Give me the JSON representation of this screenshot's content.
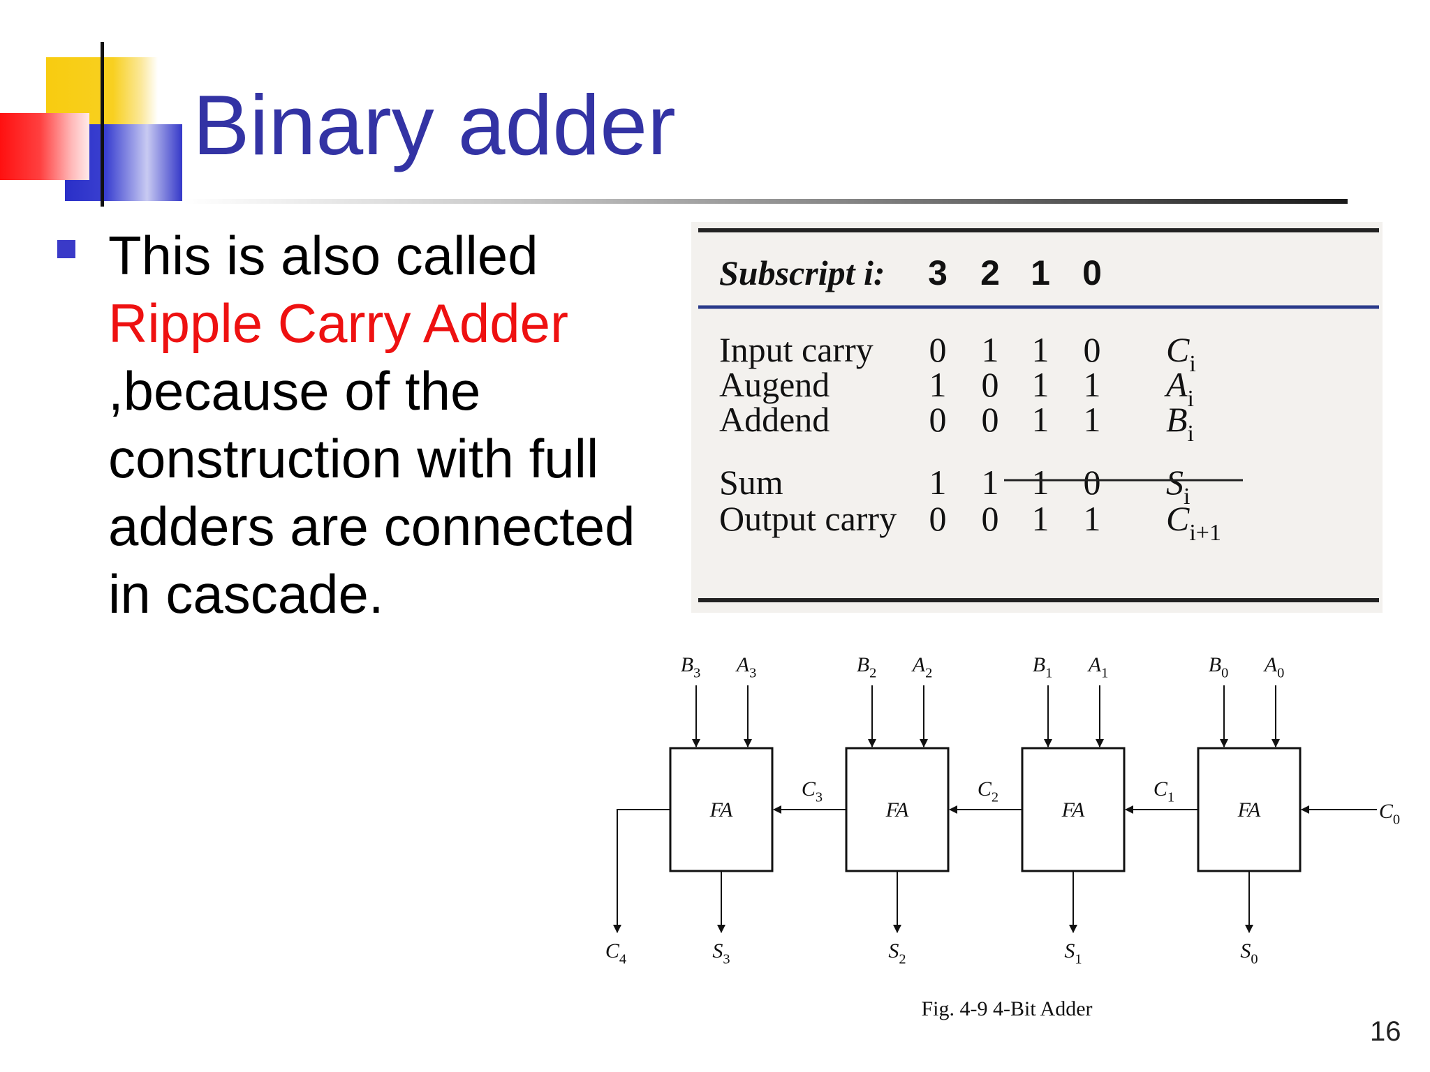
{
  "slide": {
    "title": "Binary adder",
    "bullet": {
      "text_before": "This is also called ",
      "highlight": "Ripple Carry Adder",
      "text_after": " ,because of the construction with full adders are connected in cascade."
    },
    "page_number": "16"
  },
  "table": {
    "header_label": "Subscript i:",
    "subscripts": [
      "3",
      "2",
      "1",
      "0"
    ],
    "rows": [
      {
        "label": "Input carry",
        "values": [
          "0",
          "1",
          "1",
          "0"
        ],
        "symbol": "C",
        "sub": "i"
      },
      {
        "label": "Augend",
        "values": [
          "1",
          "0",
          "1",
          "1"
        ],
        "symbol": "A",
        "sub": "i"
      },
      {
        "label": "Addend",
        "values": [
          "0",
          "0",
          "1",
          "1"
        ],
        "symbol": "B",
        "sub": "i"
      },
      {
        "label": "Sum",
        "values": [
          "1",
          "1",
          "1",
          "0"
        ],
        "symbol": "S",
        "sub": "i"
      },
      {
        "label": "Output carry",
        "values": [
          "0",
          "0",
          "1",
          "1"
        ],
        "symbol": "C",
        "sub": "i+1"
      }
    ]
  },
  "circuit": {
    "block_label": "FA",
    "stages": [
      {
        "b": "B",
        "a": "A",
        "sum": "S",
        "index": "3"
      },
      {
        "b": "B",
        "a": "A",
        "sum": "S",
        "index": "2"
      },
      {
        "b": "B",
        "a": "A",
        "sum": "S",
        "index": "1"
      },
      {
        "b": "B",
        "a": "A",
        "sum": "S",
        "index": "0"
      }
    ],
    "carries": [
      {
        "sym": "C",
        "index": "3"
      },
      {
        "sym": "C",
        "index": "2"
      },
      {
        "sym": "C",
        "index": "1"
      }
    ],
    "carry_in": {
      "sym": "C",
      "index": "0"
    },
    "carry_out": {
      "sym": "C",
      "index": "4"
    },
    "caption": "Fig. 4-9  4-Bit Adder"
  }
}
